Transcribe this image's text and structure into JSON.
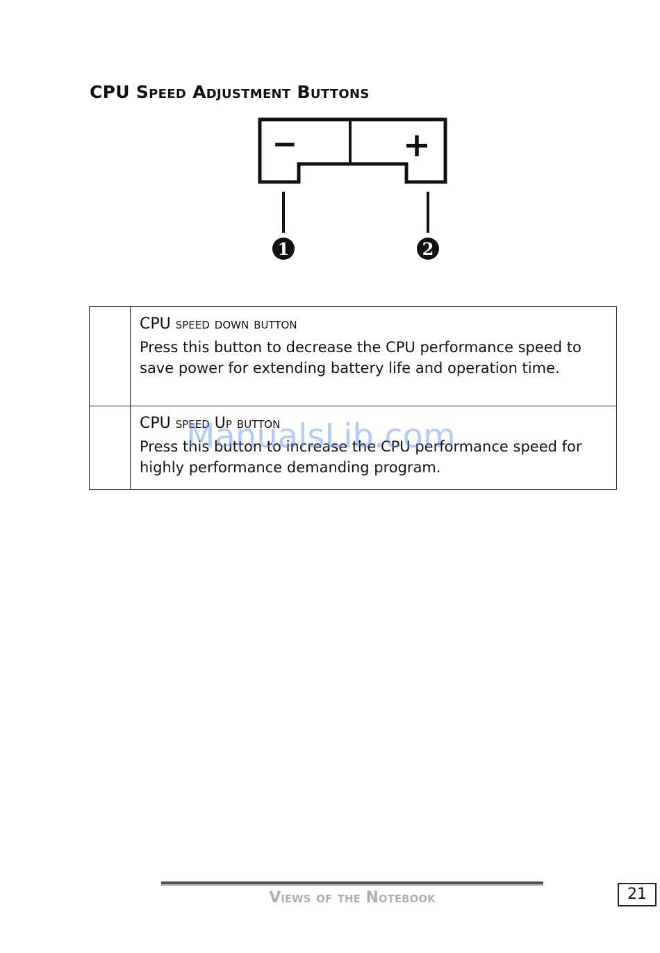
{
  "page": {
    "heading": "CPU Speed Adjustment Buttons"
  },
  "diagram": {
    "minus_label": "−",
    "plus_label": "+",
    "callout_1": "1",
    "callout_2": "2"
  },
  "items": [
    {
      "title": "CPU speed down button",
      "body": "Press this button to decrease the CPU performance speed to save power for extending battery life and operation time."
    },
    {
      "title": "CPU speed Up button",
      "body": "Press this button to increase the CPU performance speed for highly performance demanding program."
    }
  ],
  "watermark": "ManualsLib.com",
  "footer": {
    "section_title": "Views of the Notebook",
    "page_number": "21"
  }
}
